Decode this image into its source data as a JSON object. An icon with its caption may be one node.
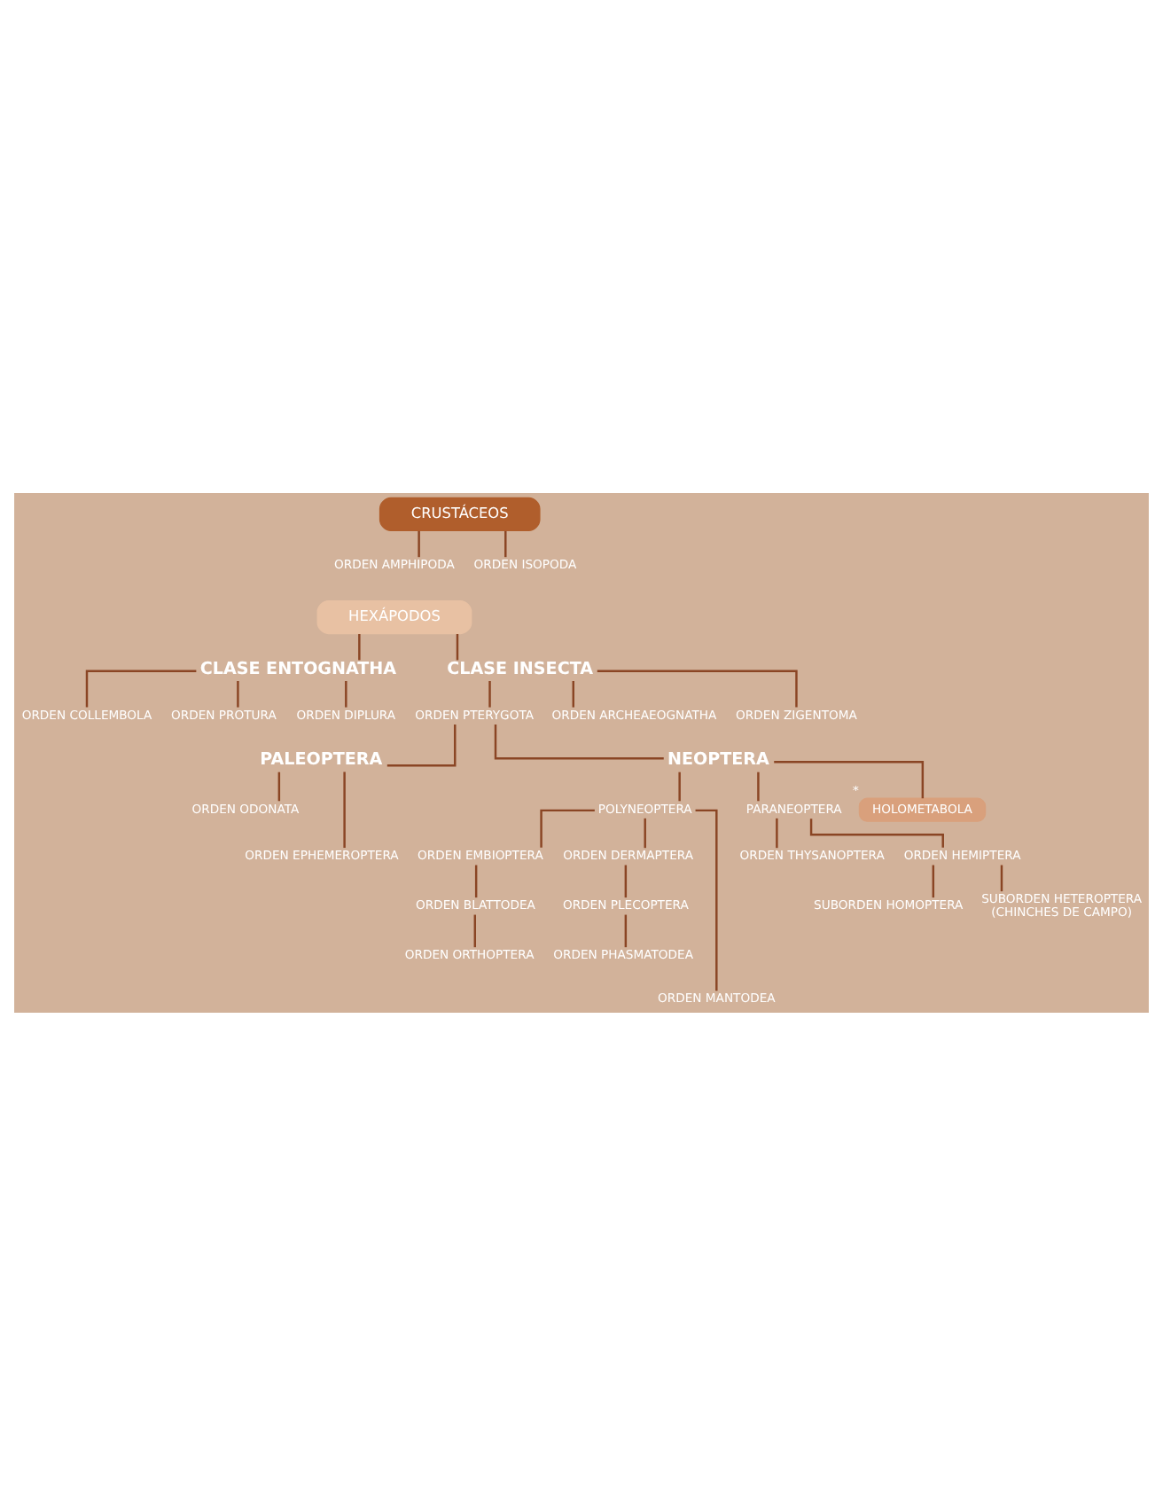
{
  "diagram": {
    "nodes": [
      {
        "text": [
          "CRUSTÁCEOS"
        ]
      },
      {
        "text": [
          "ORDEN AMPHIPODA"
        ]
      },
      {
        "text": [
          "ORDEN ISOPODA"
        ]
      },
      {
        "text": [
          "HEXÁPODOS"
        ]
      },
      {
        "text": [
          "CLASE ENTOGNATHA"
        ]
      },
      {
        "text": [
          "CLASE INSECTA"
        ]
      },
      {
        "text": [
          "ORDEN COLLEMBOLA"
        ]
      },
      {
        "text": [
          "ORDEN PROTURA"
        ]
      },
      {
        "text": [
          "ORDEN DIPLURA"
        ]
      },
      {
        "text": [
          "ORDEN PTERYGOTA"
        ]
      },
      {
        "text": [
          "ORDEN ARCHEAEOGNATHA"
        ]
      },
      {
        "text": [
          "ORDEN ZIGENTOMA"
        ]
      },
      {
        "text": [
          "PALEOPTERA"
        ]
      },
      {
        "text": [
          "NEOPTERA"
        ]
      },
      {
        "text": [
          "ORDEN ODONATA"
        ]
      },
      {
        "text": [
          "ORDEN EPHEMEROPTERA"
        ]
      },
      {
        "text": [
          "POLYNEOPTERA"
        ]
      },
      {
        "text": [
          "PARANEOPTERA"
        ]
      },
      {
        "text": [
          "HOLOMETABOLA"
        ],
        "beside": [
          "*"
        ]
      },
      {
        "text": [
          "ORDEN EMBIOPTERA"
        ]
      },
      {
        "text": [
          "ORDEN DERMAPTERA"
        ]
      },
      {
        "text": [
          "ORDEN BLATTODEA"
        ]
      },
      {
        "text": [
          "ORDEN PLECOPTERA"
        ]
      },
      {
        "text": [
          "ORDEN ORTHOPTERA"
        ]
      },
      {
        "text": [
          "ORDEN PHASMATODEA"
        ]
      },
      {
        "text": [
          "ORDEN MANTODEA"
        ]
      },
      {
        "text": [
          "ORDEN THYSANOPTERA"
        ]
      },
      {
        "text": [
          "ORDEN HEMIPTERA"
        ]
      },
      {
        "text": [
          "SUBORDEN HOMOPTERA"
        ]
      },
      {
        "text": [
          "SUBORDEN HETEROPTERA (CHINCHES DE CAMPO)"
        ]
      }
    ],
    "edges": [
      {
        "from": 0,
        "to": 1,
        "arrow": "none"
      },
      {
        "from": 0,
        "to": 2,
        "arrow": "none"
      },
      {
        "from": 3,
        "to": 4,
        "arrow": "none"
      },
      {
        "from": 3,
        "to": 5,
        "arrow": "none"
      },
      {
        "from": 4,
        "to": 6,
        "arrow": "none"
      },
      {
        "from": 4,
        "to": 7,
        "arrow": "none"
      },
      {
        "from": 4,
        "to": 8,
        "arrow": "none"
      },
      {
        "from": 5,
        "to": 9,
        "arrow": "none"
      },
      {
        "from": 5,
        "to": 10,
        "arrow": "none"
      },
      {
        "from": 5,
        "to": 11,
        "arrow": "none"
      },
      {
        "from": 9,
        "to": 12,
        "arrow": "none"
      },
      {
        "from": 9,
        "to": 13,
        "arrow": "none"
      },
      {
        "from": 12,
        "to": 14,
        "arrow": "none"
      },
      {
        "from": 12,
        "to": 15,
        "arrow": "none"
      },
      {
        "from": 13,
        "to": 16,
        "arrow": "none"
      },
      {
        "from": 13,
        "to": 17,
        "arrow": "none"
      },
      {
        "from": 13,
        "to": 18,
        "arrow": "none"
      },
      {
        "from": 16,
        "to": 19,
        "arrow": "none"
      },
      {
        "from": 16,
        "to": 25,
        "arrow": "none"
      },
      {
        "from": 16,
        "to": 20,
        "arrow": "none"
      },
      {
        "from": 19,
        "to": 21,
        "arrow": "none"
      },
      {
        "from": 21,
        "to": 23,
        "arrow": "none"
      },
      {
        "from": 20,
        "to": 22,
        "arrow": "none"
      },
      {
        "from": 22,
        "to": 24,
        "arrow": "none"
      },
      {
        "from": 17,
        "to": 26,
        "arrow": "none"
      },
      {
        "from": 17,
        "to": 27,
        "arrow": "none"
      },
      {
        "from": 27,
        "to": 28,
        "arrow": "none"
      },
      {
        "from": 27,
        "to": 29,
        "arrow": "none"
      }
    ]
  }
}
